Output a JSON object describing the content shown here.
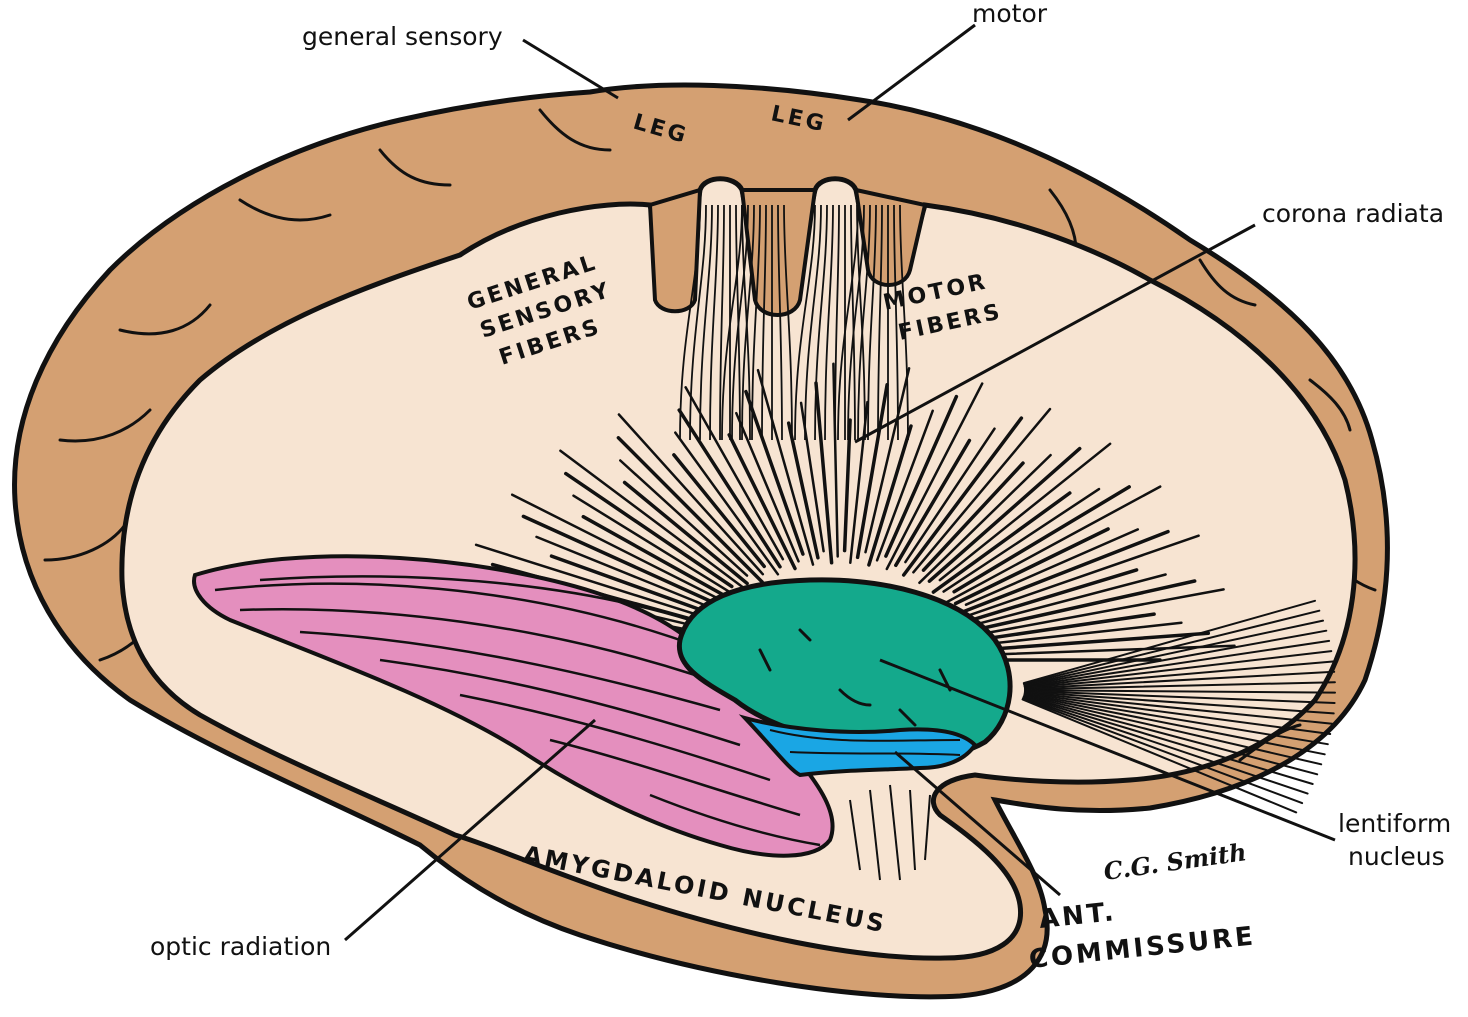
{
  "colors": {
    "cortex": "#D4A072",
    "white_matter": "#F7E4D2",
    "optic_radiation": "#E48FBE",
    "lentiform_nucleus": "#14A98C",
    "anterior_commissure": "#1AA6E4",
    "outline": "#111111"
  },
  "callouts": {
    "general_sensory": "general sensory",
    "motor": "motor",
    "corona_radiata": "corona radiata",
    "lentiform_line1": "lentiform",
    "lentiform_line2": "nucleus",
    "optic_radiation": "optic radiation"
  },
  "inner_labels": {
    "leg_1": "LEG",
    "leg_2": "LEG",
    "general_sensory_fibers": [
      "GENERAL",
      "SENSORY",
      "FIBERS"
    ],
    "motor_fibers": [
      "MOTOR",
      "FIBERS"
    ],
    "amygdaloid_nucleus": "AMYGDALOID NUCLEUS",
    "ant_commissure": [
      "ANT.",
      "COMMISSURE"
    ]
  },
  "signature": "C.G. Smith"
}
